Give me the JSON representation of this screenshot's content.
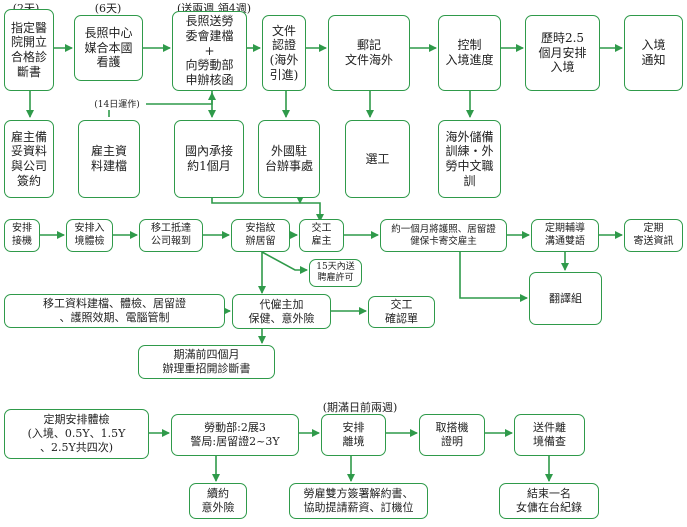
{
  "colors": {
    "stroke": "#2f9a4a",
    "text": "#222222",
    "background": "#ffffff"
  },
  "notes": {
    "n2days": "(2天)",
    "n6days": "(6天)",
    "nsend": "(送兩週  領4週)",
    "n14days": "(14日運作)",
    "nbefore": "(期滿日前兩週)"
  },
  "nodes": {
    "b1": "指定醫\n院開立\n合格診\n斷書",
    "b2": "雇主備\n妥資料\n與公司\n簽約",
    "b3": "長照中心\n媒合本國\n看護",
    "b4": "雇主資\n料建檔",
    "b5": "長照送勞\n委會建檔\n+\n向勞動部\n申辦核函",
    "b6": "國內承接\n約1個月",
    "b7": "文件\n認證\n(海外\n引進)",
    "b8": "外國駐\n台辦事處",
    "b9": "郵記\n文件海外",
    "b10": "選工",
    "b11": "控制\n入境進度",
    "b12": "海外儲備\n訓練‧外\n勞中文職\n訓",
    "b13": "歷時2.5\n個月安排\n入境",
    "b14": "入境\n通知",
    "c1": "安排\n接機",
    "c2": "安排入\n境體檢",
    "c3": "移工抵達\n公司報到",
    "c4": "安指紋\n辦居留",
    "c5": "交工\n雇主",
    "c6": "約一個月將護照、居留證\n健保卡寄交雇主",
    "c7": "定期輔導\n溝通雙語",
    "c8": "定期\n寄送資訊",
    "c9": "15天內送\n聘雇許可",
    "c10": "移工資料建檔、體檢、居留證\n、護照效期、電腦管制",
    "c11": "代僱主加\n保健、意外險",
    "c12": "交工\n確認單",
    "c13": "翻譯組",
    "c14": "期滿前四個月\n辦理重招開診斷書",
    "d1": "定期安排體檢\n(入境、0.5Y、1.5Y\n、2.5Y共四次)",
    "d2": "勞動部:2展3\n警局:居留證2~3Y",
    "d3": "續約\n意外險",
    "d4": "安排\n離境",
    "d5": "勞雇雙方簽署解約書、\n協助提請薪資、訂機位",
    "d6": "取搭機\n證明",
    "d7": "送件離\n境備查",
    "d8": "結束一名\n女傭在台紀錄"
  }
}
